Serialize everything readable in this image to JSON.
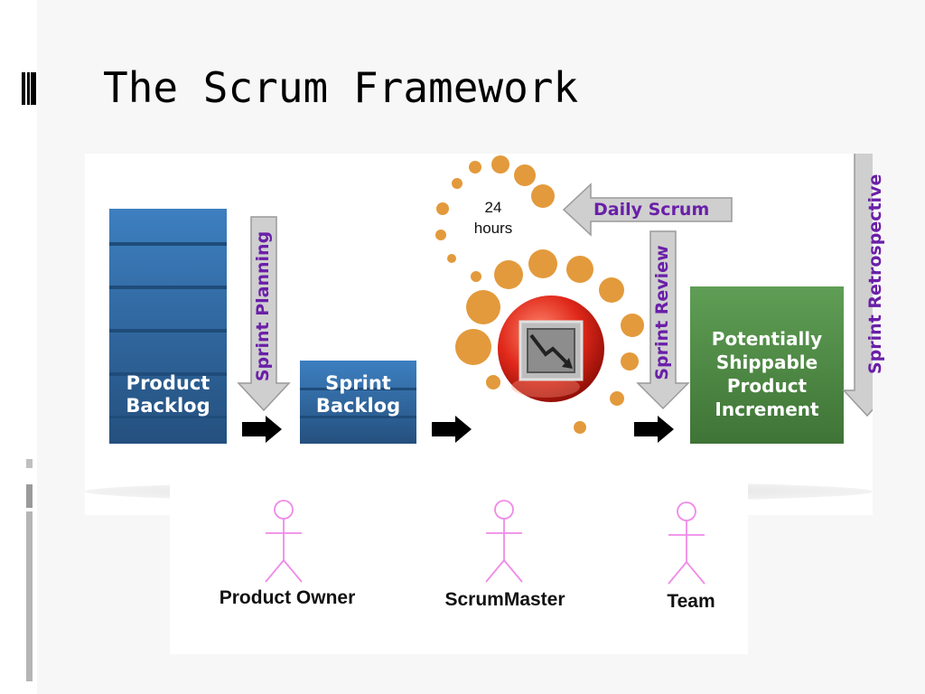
{
  "slide": {
    "title": "The Scrum Framework"
  },
  "diagram": {
    "product_backlog": "Product Backlog",
    "sprint_backlog": "Sprint Backlog",
    "cycle_hours_value": "24",
    "cycle_hours_unit": "hours",
    "increment": "Potentially Shippable Product Increment",
    "arrows": {
      "sprint_planning": "Sprint Planning",
      "daily_scrum": "Daily Scrum",
      "sprint_review": "Sprint Review",
      "sprint_retrospective": "Sprint Retrospective"
    },
    "roles": {
      "product_owner": "Product Owner",
      "scrum_master": "ScrumMaster",
      "team": "Team"
    }
  },
  "colors": {
    "label_purple": "#6a1fa8",
    "backlog_blue": "#2e6aa6",
    "increment_green": "#4e8a44",
    "cycle_orange": "#e39a3c",
    "stick_figure_pink": "#f08ae8"
  }
}
